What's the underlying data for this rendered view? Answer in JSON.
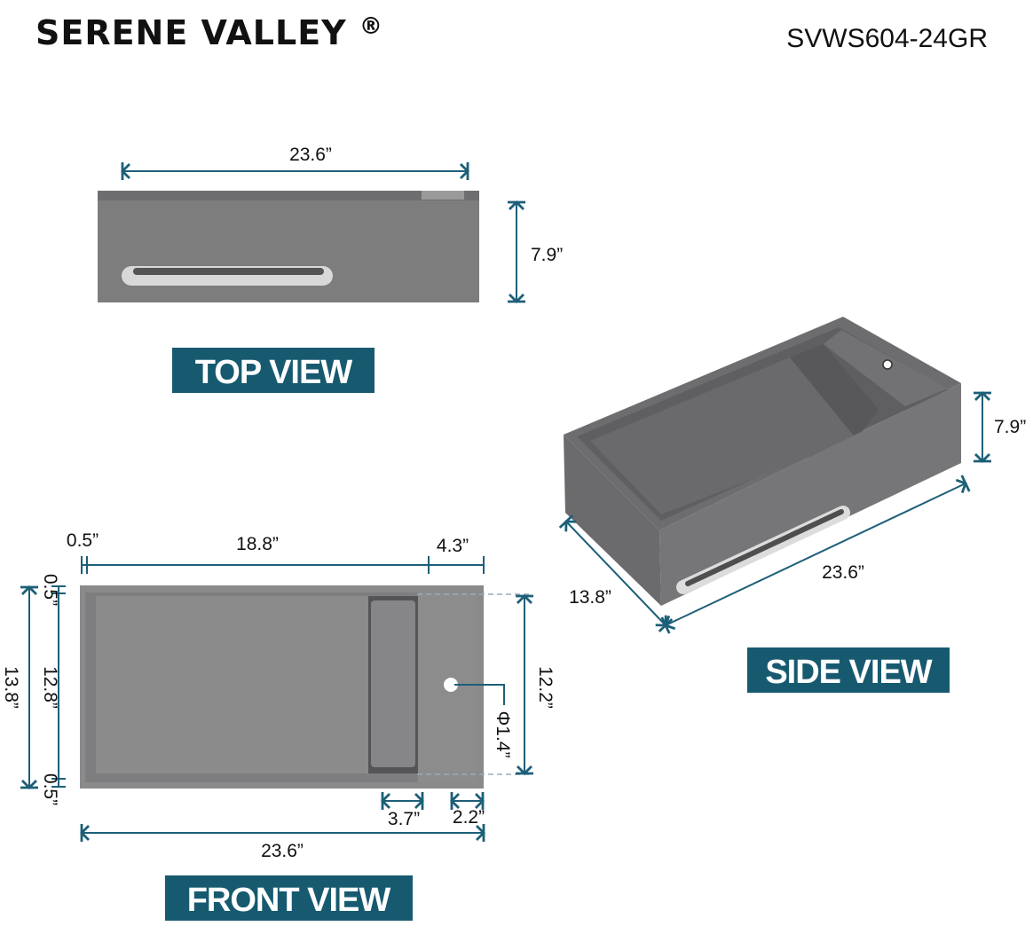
{
  "brand": {
    "name": "SERENE VALLEY",
    "mark": "®"
  },
  "model": "SVWS604-24GR",
  "colors": {
    "dimension_line": "#1d5f78",
    "label_box": "#175a70",
    "sink": "#7f7f80"
  },
  "top_view": {
    "label": "TOP VIEW",
    "width": "23.6”",
    "height": "7.9”"
  },
  "side_view": {
    "label": "SIDE VIEW",
    "height": "7.9”",
    "length": "23.6”",
    "depth": "13.8”"
  },
  "front_view": {
    "label": "FRONT VIEW",
    "left_rim": "0.5”",
    "basin_width": "18.8”",
    "deck_width": "4.3”",
    "top_rim": "0.5”",
    "inner_depth": "12.8”",
    "bottom_rim": "0.5”",
    "total_depth": "13.8”",
    "deck_depth": "12.2”",
    "hole_diameter": "Φ1.4”",
    "drain_width": "3.7”",
    "hole_offset": "2.2”",
    "total_width": "23.6”"
  }
}
